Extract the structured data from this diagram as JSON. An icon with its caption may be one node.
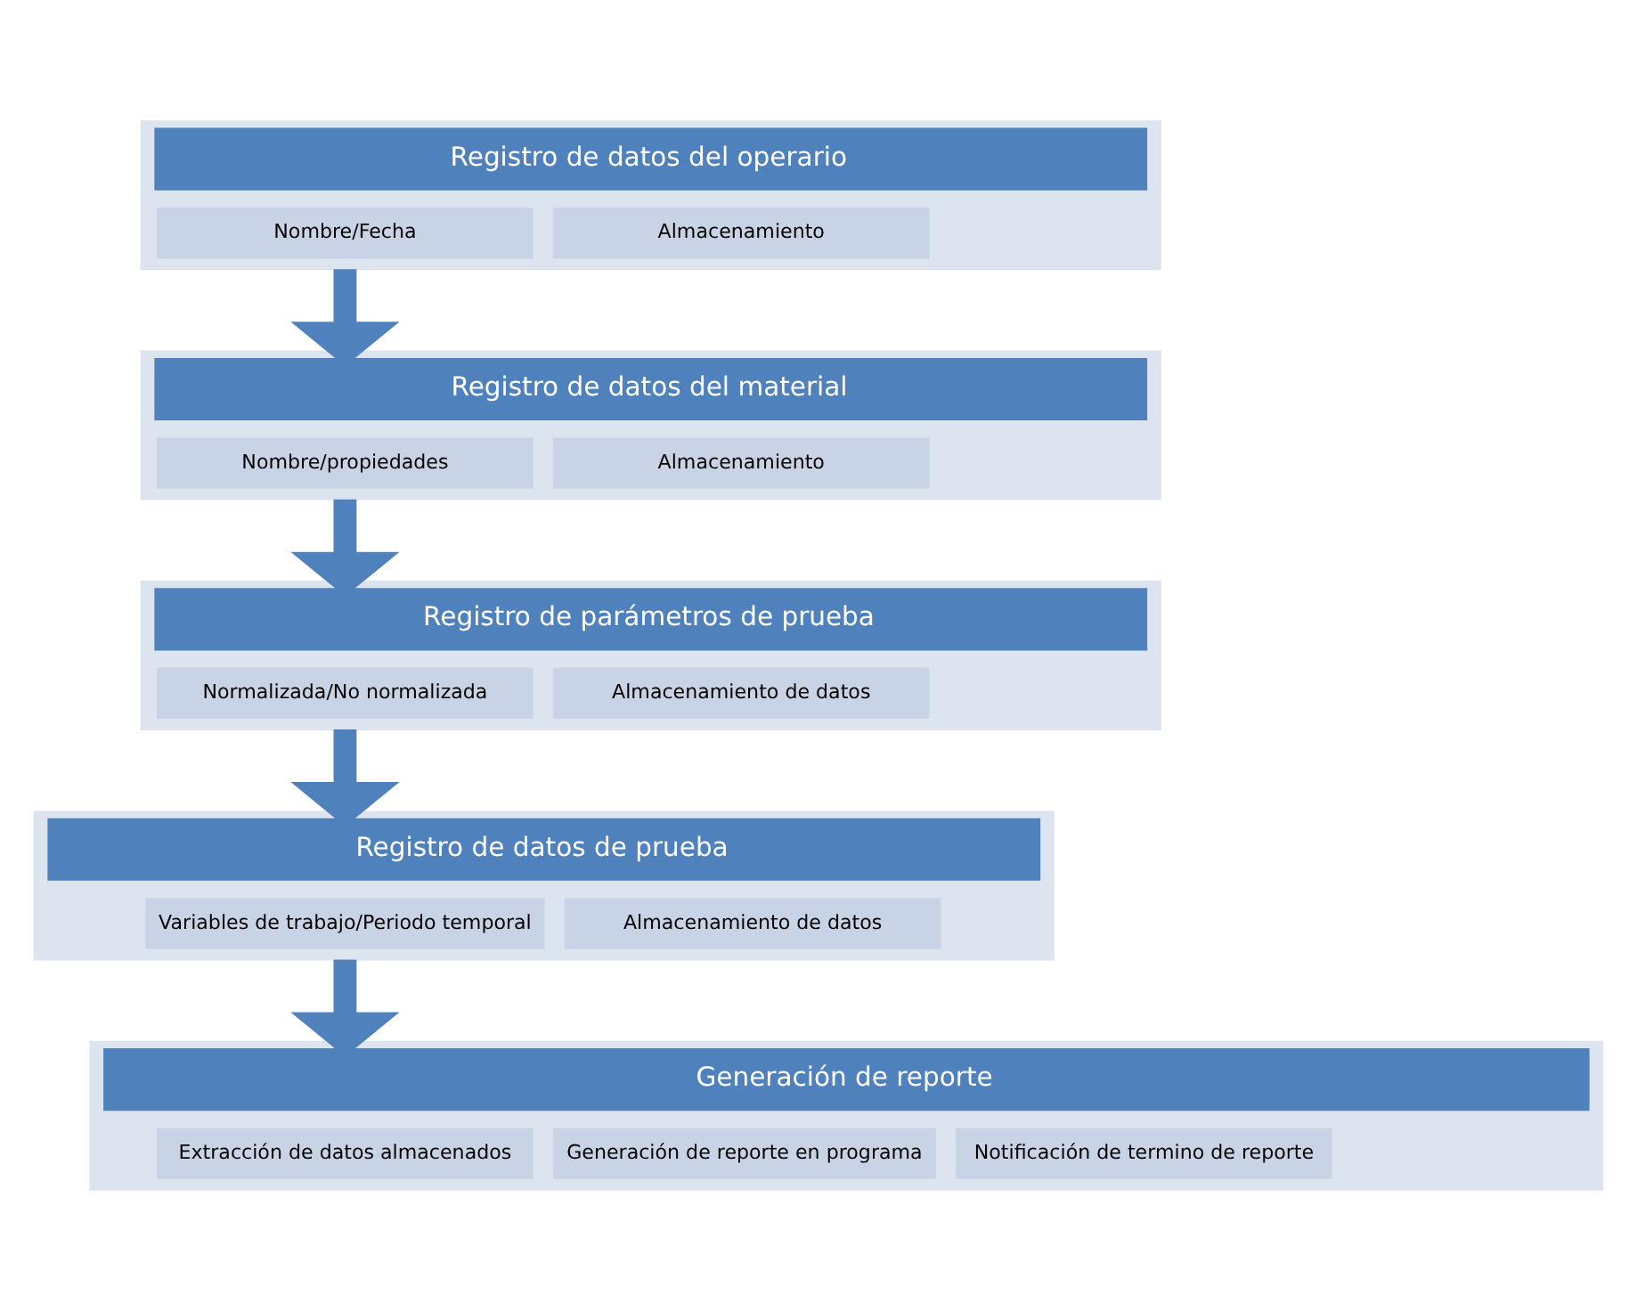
{
  "diagram": {
    "nodes": [
      {
        "text": [
          "Registro de datos del operario"
        ]
      },
      {
        "text": [
          "Nombre/Fecha"
        ],
        "in": 0
      },
      {
        "text": [
          "Almacenamiento"
        ],
        "in": 0
      },
      {
        "text": [
          "Registro de datos del material"
        ]
      },
      {
        "text": [
          "Nombre/propiedades"
        ],
        "in": 3
      },
      {
        "text": [
          "Almacenamiento"
        ],
        "in": 3
      },
      {
        "text": [
          "Registro de parámetros de prueba"
        ]
      },
      {
        "text": [
          "Normalizada/No normalizada"
        ],
        "in": 6
      },
      {
        "text": [
          "Almacenamiento de datos"
        ],
        "in": 6
      },
      {
        "text": [
          "Registro de datos de prueba"
        ]
      },
      {
        "text": [
          "Variables de trabajo/Periodo temporal"
        ],
        "in": 9
      },
      {
        "text": [
          "Almacenamiento de datos"
        ],
        "in": 9
      },
      {
        "text": [
          "Generación de reporte"
        ]
      },
      {
        "text": [
          "Extracción de datos almacenados"
        ],
        "in": 12
      },
      {
        "text": [
          "Generación de reporte en programa"
        ],
        "in": 12
      },
      {
        "text": [
          "Notificación de termino de reporte"
        ],
        "in": 12
      }
    ],
    "edges": [
      {
        "from": 0,
        "to": 3,
        "arrow": "to"
      },
      {
        "from": 3,
        "to": 6,
        "arrow": "to"
      },
      {
        "from": 6,
        "to": 9,
        "arrow": "to"
      },
      {
        "from": 9,
        "to": 12,
        "arrow": "to"
      }
    ]
  }
}
